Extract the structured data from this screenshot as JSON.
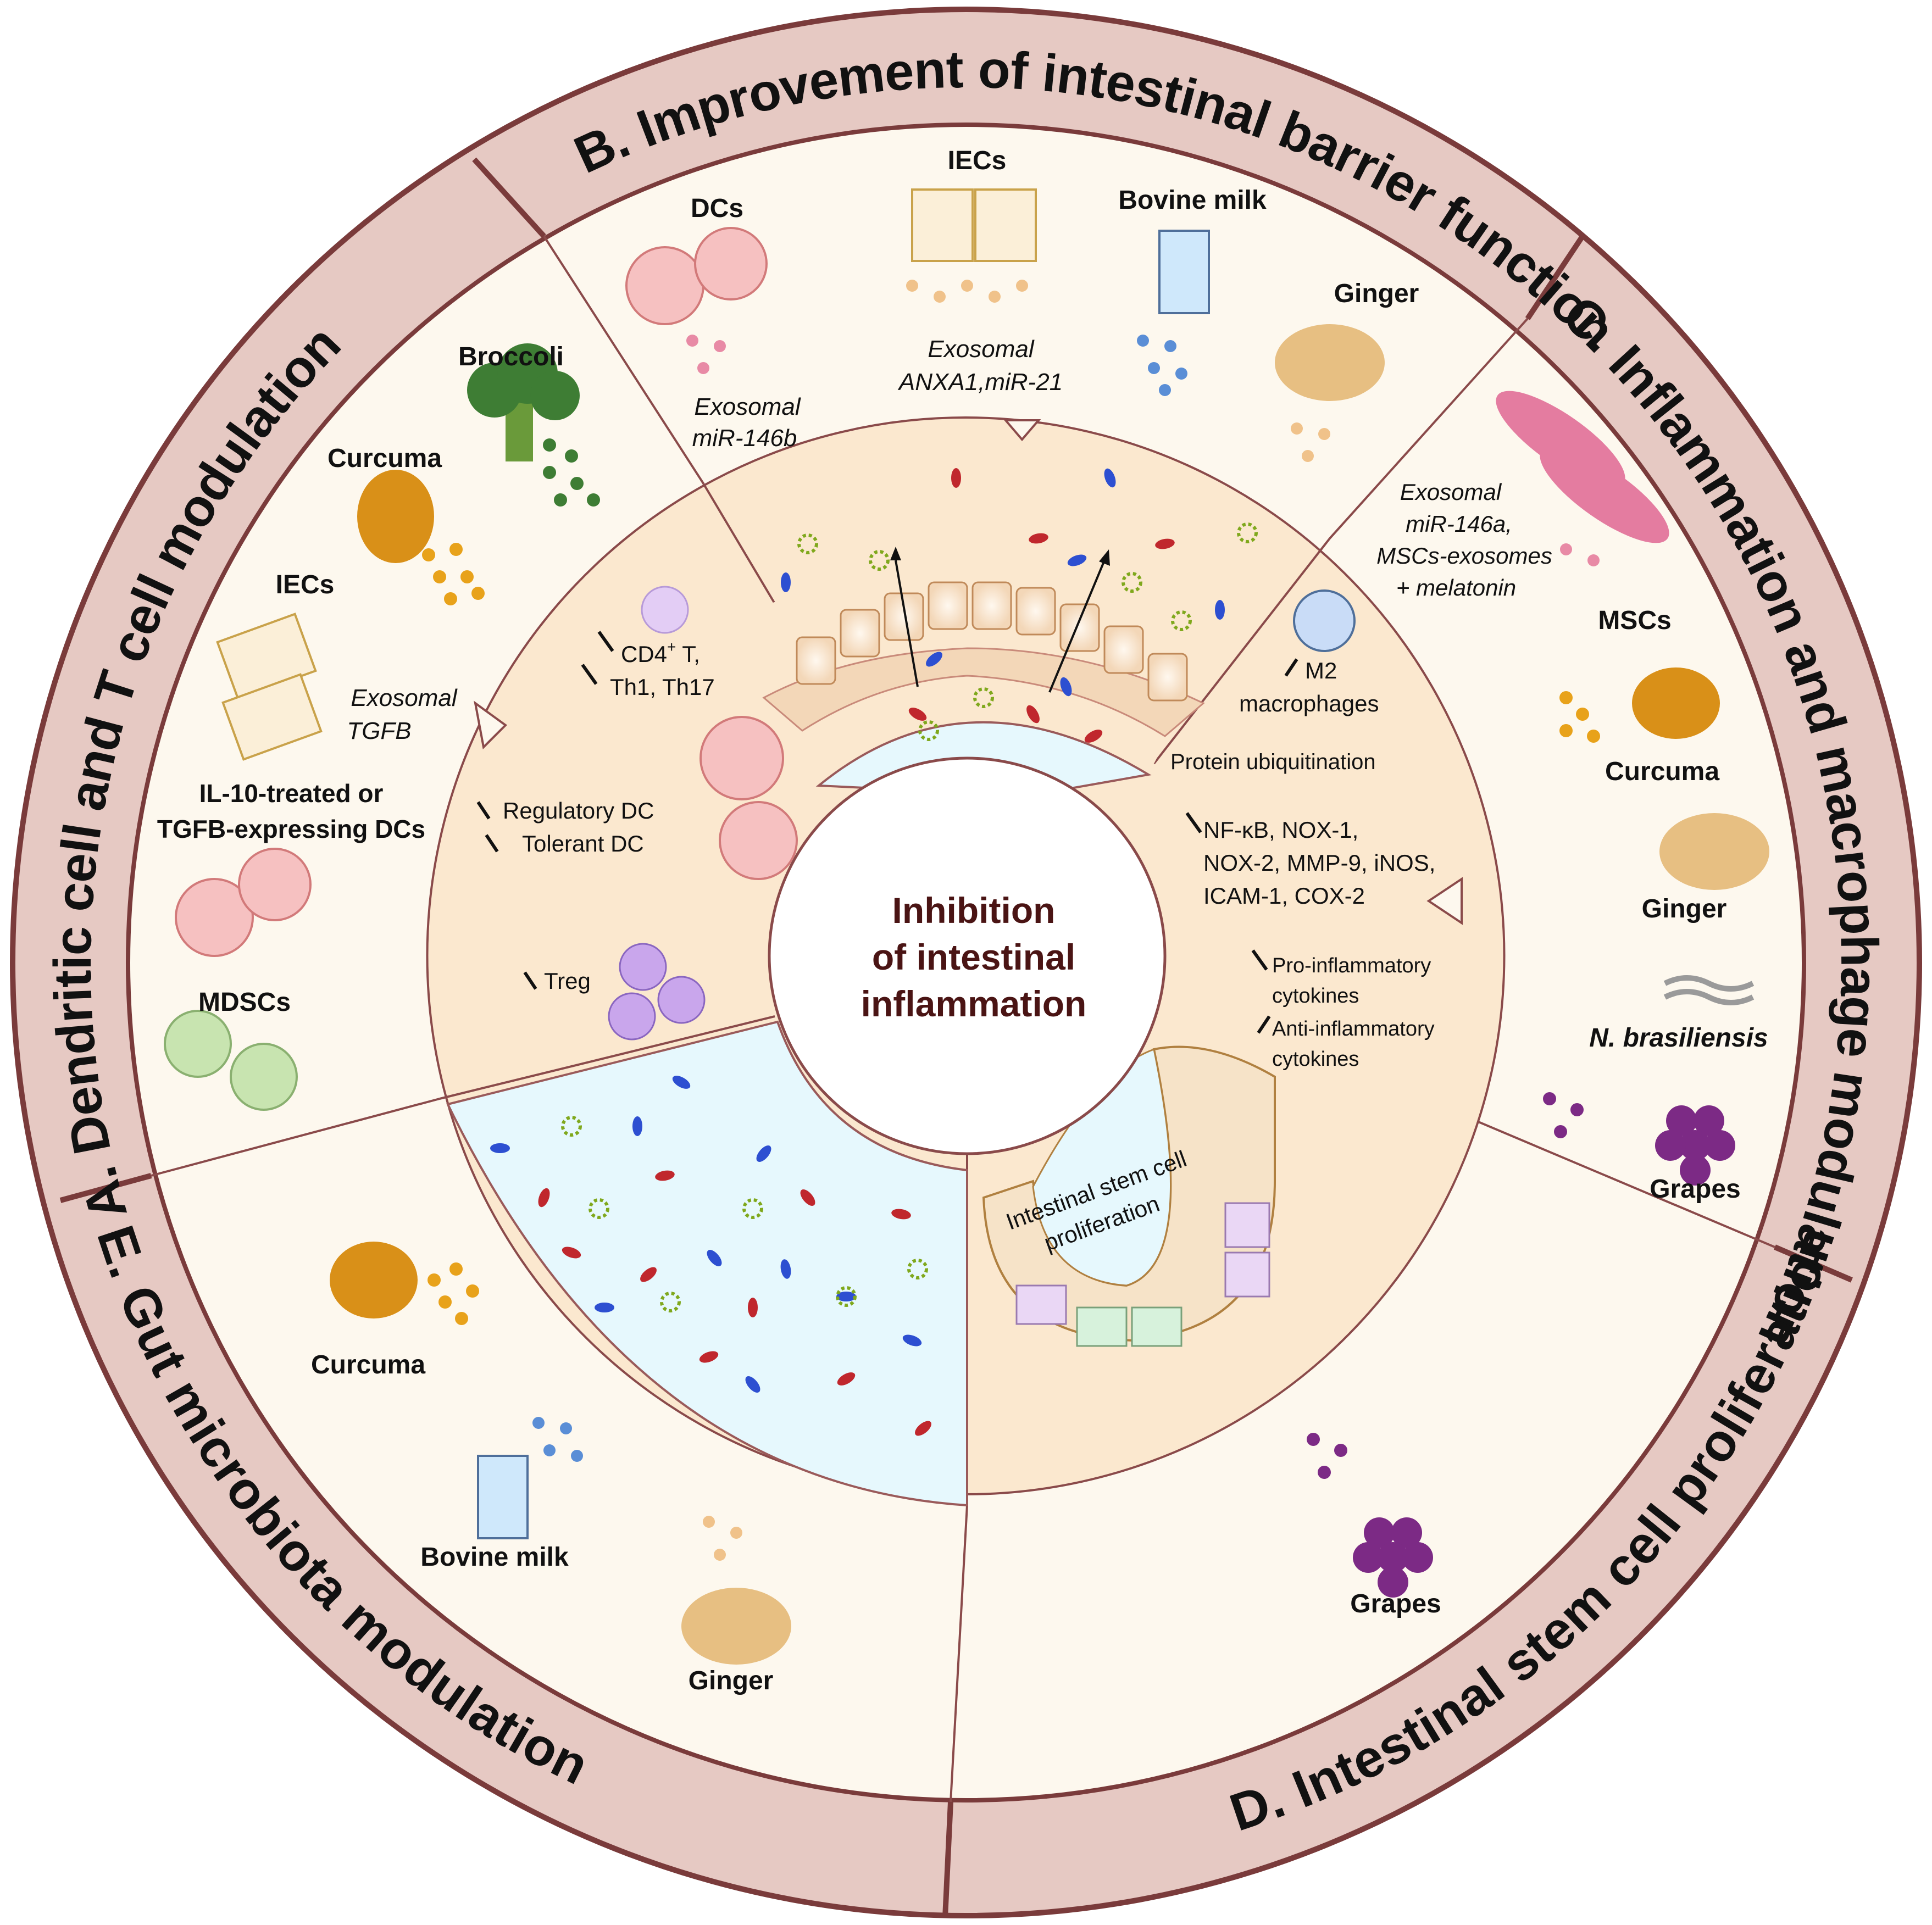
{
  "center_title": [
    "Inhibition",
    "of intestinal",
    "inflammation"
  ],
  "sections": {
    "A": {
      "title": "A. Dendritic cell and T cell modulation"
    },
    "B": {
      "title": "B. Improvement of intestinal barrier function"
    },
    "C": {
      "title": "C. Inflammation and macrophage modulation"
    },
    "D": {
      "title": "D. Intestinal stem cell proliferation"
    },
    "E": {
      "title": "E. Gut microbiota modulation"
    }
  },
  "labels": {
    "a_broccoli": "Broccoli",
    "a_curcuma": "Curcuma",
    "a_iecs": "IECs",
    "a_exo1": "Exosomal",
    "a_exo2": "TGFB",
    "a_dcs1": "IL-10-treated or",
    "a_dcs2": "TGFB-expressing DCs",
    "a_mdscs": "MDSCs",
    "b_dcs": "DCs",
    "b_dc_exo1": "Exosomal",
    "b_dc_exo2": "miR-146b",
    "b_iecs": "IECs",
    "b_iec_exo1": "Exosomal",
    "b_iec_exo2": "ANXA1,miR-21",
    "b_milk": "Bovine milk",
    "b_ginger": "Ginger",
    "c_exo1": "Exosomal",
    "c_exo2": "miR-146a,",
    "c_exo3": "MSCs-exosomes",
    "c_exo4": "+ melatonin",
    "c_mscs": "MSCs",
    "c_curcuma": "Curcuma",
    "c_ginger": "Ginger",
    "c_nbras": "N. brasiliensis",
    "c_grapes": "Grapes",
    "d_grapes": "Grapes",
    "e_curcuma": "Curcuma",
    "e_milk": "Bovine milk",
    "e_ginger": "Ginger",
    "in_cd4": "CD4",
    "in_cd4_sup": "+",
    "in_cd4_rest": " T,",
    "in_th": "Th1, Th17",
    "in_regdc": "Regulatory DC",
    "in_toldc": "Tolerant DC",
    "in_treg": "Treg",
    "in_m2a": "M2",
    "in_m2b": "macrophages",
    "in_ubiq": "Protein ubiquitination",
    "in_nf1": "NF-κB, NOX-1,",
    "in_nf2": "NOX-2, MMP-9, iNOS,",
    "in_nf3": "ICAM-1, COX-2",
    "in_pro1": "Pro-inflammatory",
    "in_pro2": "cytokines",
    "in_anti1": "Anti-inflammatory",
    "in_anti2": "cytokines",
    "in_stem1": "Intestinal stem cell",
    "in_stem2": "proliferation"
  },
  "colors": {
    "ring": "#e6c9c3",
    "ring_stroke": "#7a3b3b",
    "middle_bg": "#fdf8ee",
    "inner_peach": "#fbe8cf",
    "lumen_blue": "#e6f8fd",
    "curcuma": "#e8a21a",
    "broccoli": "#3e7d34",
    "dc_pink": "#f6c1c1",
    "grape": "#7c2a85",
    "bacteria_red": "#c0272d",
    "bacteria_blue": "#2d4fd1",
    "bacteria_green": "#7fa81c"
  }
}
